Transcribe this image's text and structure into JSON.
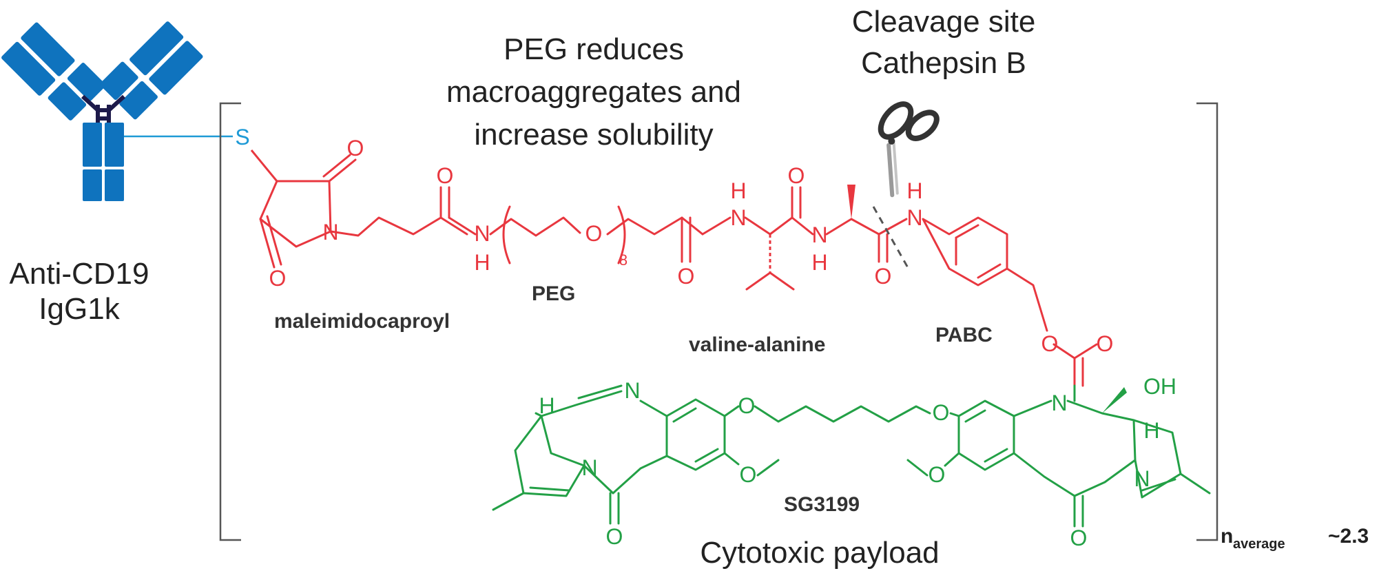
{
  "antibody": {
    "name_line1": "Anti-CD19",
    "name_line2": "IgG1k"
  },
  "callouts": {
    "peg_line1": "PEG reduces",
    "peg_line2": "macroaggregates and",
    "peg_line3": "increase solubility",
    "cleave_line1": "Cleavage site",
    "cleave_line2": "Cathepsin B",
    "payload": "Cytotoxic payload"
  },
  "segments": {
    "maleimidocaproyl": "maleimidocaproyl",
    "peg": "PEG",
    "valine_alanine": "valine-alanine",
    "pabc": "PABC",
    "sg3199": "SG3199"
  },
  "atoms": {
    "S": "S",
    "O": "O",
    "N": "N",
    "H": "H",
    "NH": "N",
    "OH": "OH",
    "peg_repeat": "8"
  },
  "dar": {
    "n": "n",
    "subscript": "average",
    "value": "~2.3"
  },
  "colors": {
    "linker": "#e8373f",
    "payload": "#23a046",
    "thiol": "#1e9ad6",
    "antibody": "#0f73be",
    "hinge": "#1d1a4a"
  },
  "icons": [
    "scissors-icon",
    "antibody-icon"
  ]
}
